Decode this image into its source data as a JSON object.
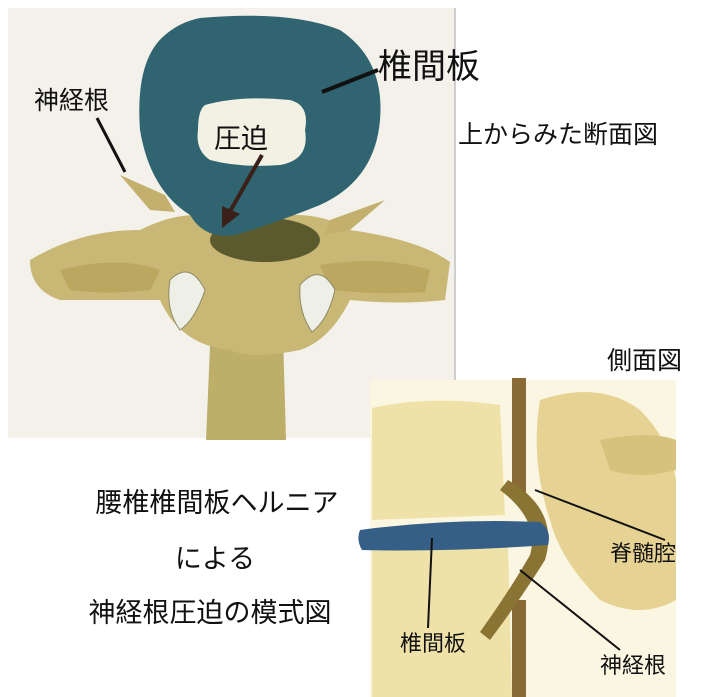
{
  "top_view": {
    "label_disc": "椎間板",
    "label_nerve_root": "神経根",
    "label_compression": "圧迫",
    "caption": "上からみた断面図"
  },
  "side_view": {
    "caption": "側面図",
    "label_spinal_cord": "脊髄腔",
    "label_disc": "椎間板",
    "label_nerve_root": "神経根"
  },
  "title": {
    "line1": "腰椎椎間板ヘルニア",
    "line2": "による",
    "line3": "神経根圧迫の模式図"
  },
  "colors": {
    "disc": "#2f6470",
    "bone": "#c9b775",
    "disc_side": "#355f86",
    "nerve": "#8a7434"
  }
}
